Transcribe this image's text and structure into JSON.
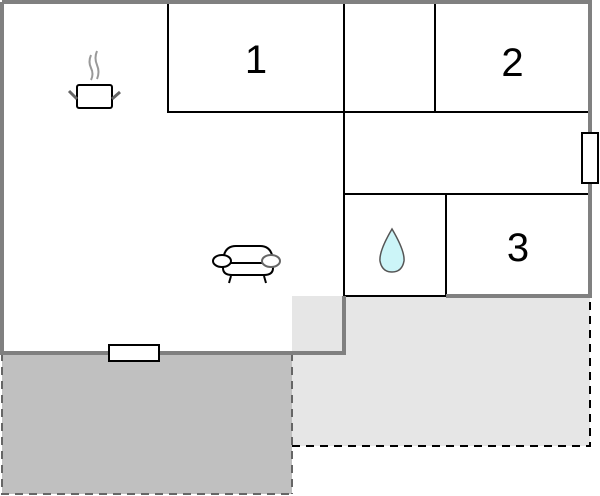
{
  "floorplan": {
    "rooms": [
      {
        "id": "bedroom-1",
        "label": "1"
      },
      {
        "id": "bedroom-2",
        "label": "2"
      },
      {
        "id": "bedroom-3",
        "label": "3"
      }
    ],
    "icons": {
      "kitchen": "cooking-pot-icon",
      "living": "sofa-icon",
      "bathroom": "water-drop-icon"
    },
    "colors": {
      "outer_wall": "#808080",
      "inner_wall": "#000000",
      "terrace_dark": "#c0c0c0",
      "terrace_light": "#e6e6e6",
      "water_drop": "#ccf5f8"
    }
  }
}
